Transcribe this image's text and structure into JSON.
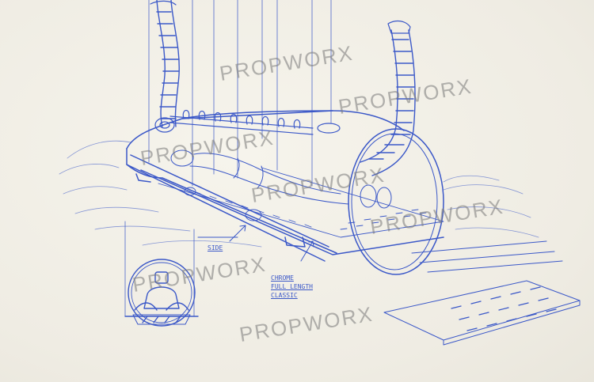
{
  "watermark": {
    "text": "PROPWORX",
    "color": "#8a8a8a"
  },
  "sketch": {
    "ink_color": "#3b58c8",
    "paper_color": "#f1efe6"
  },
  "annotations": {
    "side_label": "SIDE",
    "notes": [
      "CHROME",
      "FULL LENGTH",
      "CLASSIC"
    ]
  }
}
